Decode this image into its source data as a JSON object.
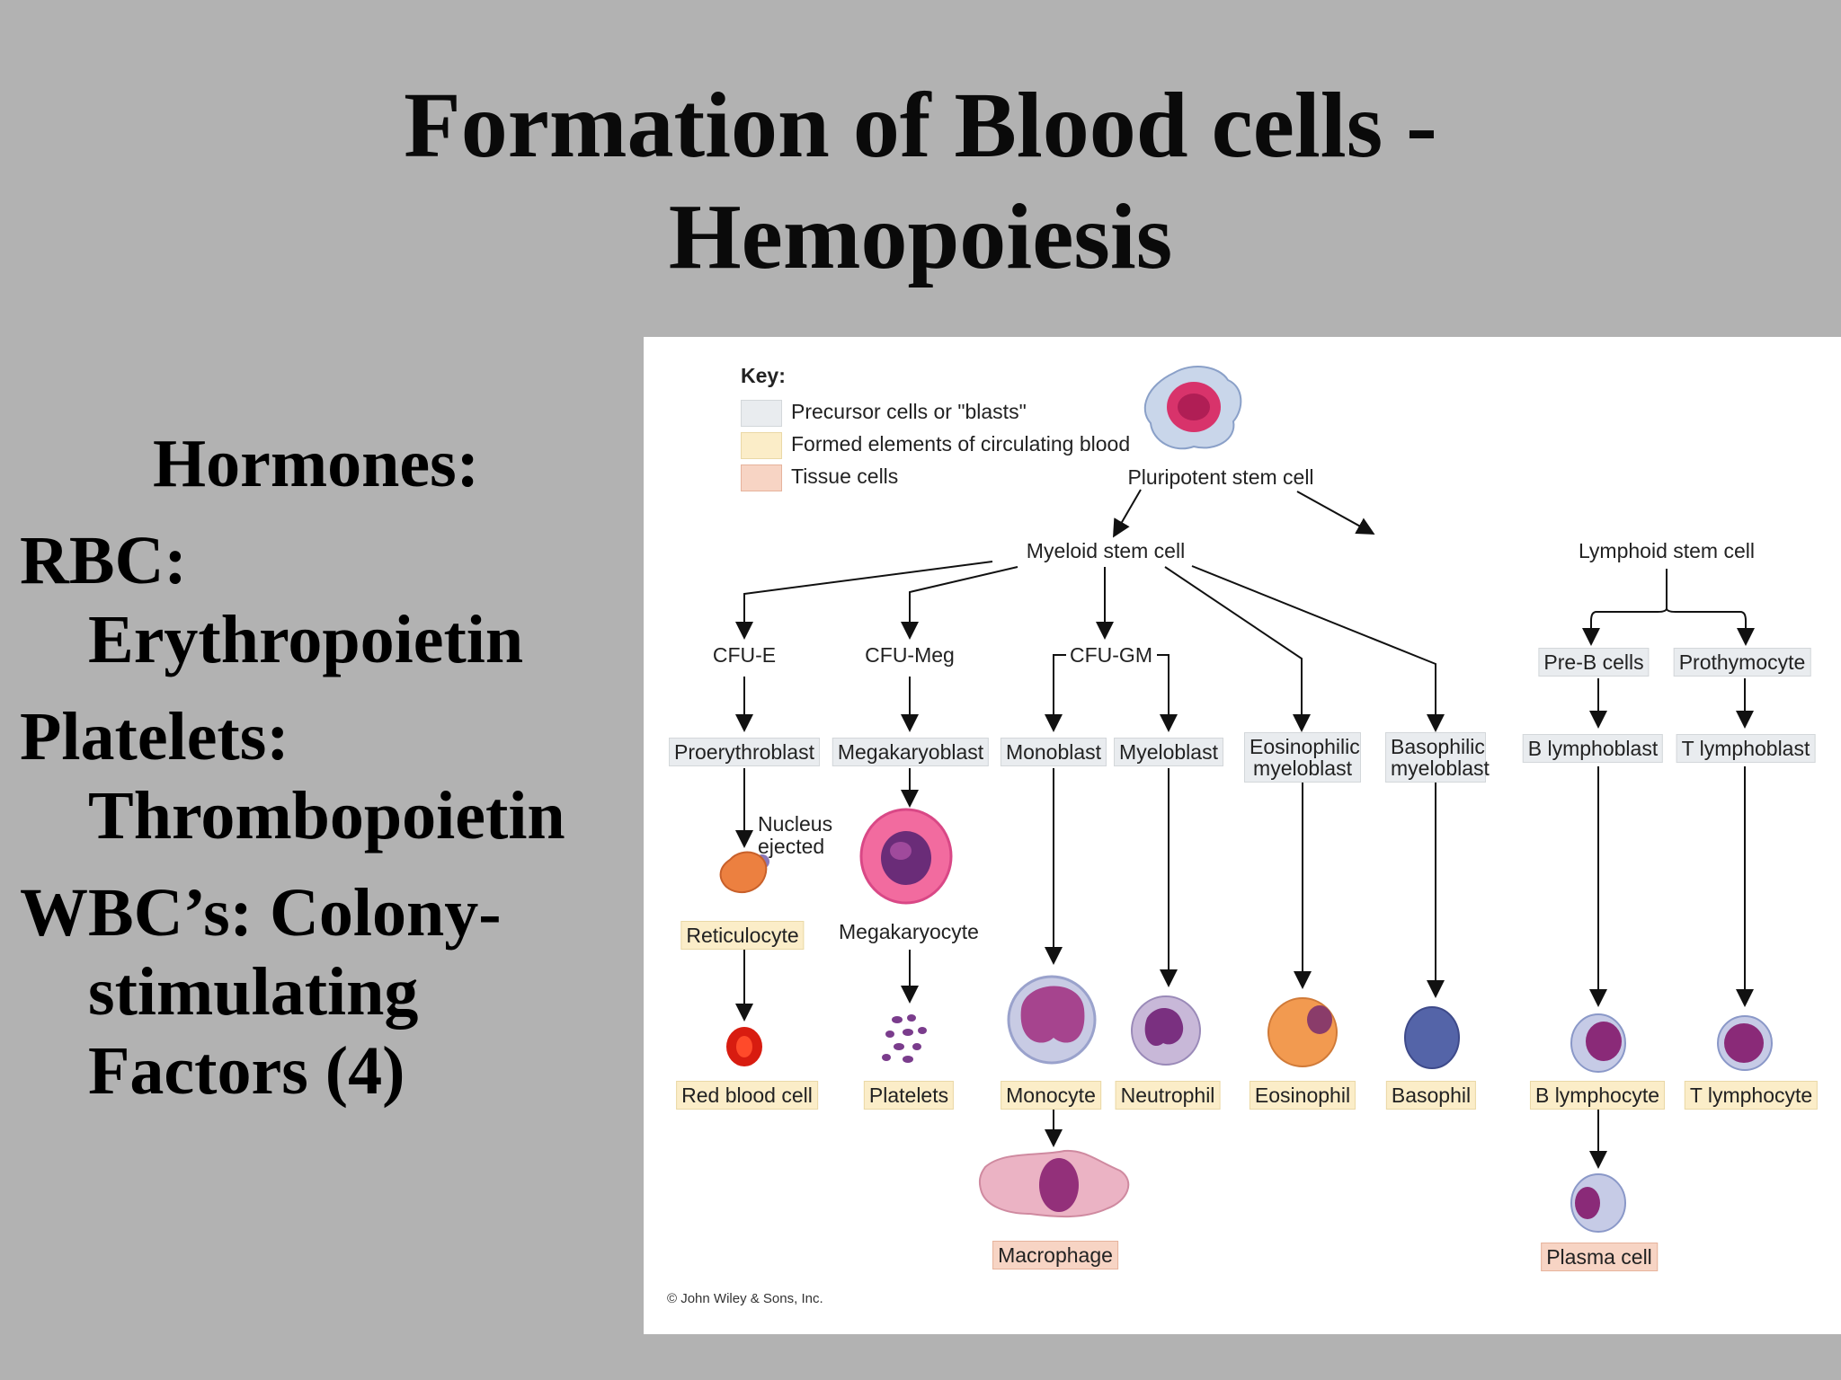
{
  "title": {
    "line1": "Formation of Blood cells -",
    "line2": "Hemopoiesis"
  },
  "hormones": {
    "heading": "Hormones:",
    "rbc_label": "RBC:",
    "rbc_value": "Erythropoietin",
    "platelets_label": "Platelets:",
    "platelets_value": "Thrombopoietin",
    "wbc_line1": "WBC’s:  Colony-",
    "wbc_line2": "stimulating",
    "wbc_line3": "Factors (4)"
  },
  "diagram": {
    "key": {
      "title": "Key:",
      "items": [
        {
          "label": "Precursor cells or \"blasts\"",
          "color": "#e9ecef"
        },
        {
          "label": "Formed elements of circulating blood",
          "color": "#fbedc8"
        },
        {
          "label": "Tissue cells",
          "color": "#f7d4c4"
        }
      ]
    },
    "nodes": {
      "pluripotent": "Pluripotent stem cell",
      "myeloid": "Myeloid stem cell",
      "lymphoid": "Lymphoid stem cell",
      "cfu_e": "CFU-E",
      "cfu_meg": "CFU-Meg",
      "cfu_gm": "CFU-GM",
      "pre_b": "Pre-B cells",
      "prothymocyte": "Prothymocyte",
      "proerythroblast": "Proerythroblast",
      "megakaryoblast": "Megakaryoblast",
      "monoblast": "Monoblast",
      "myeloblast": "Myeloblast",
      "eosinophilic_myeloblast": "Eosinophilic myeloblast",
      "basophilic_myeloblast": "Basophilic myeloblast",
      "b_lymphoblast": "B lymphoblast",
      "t_lymphoblast": "T lymphoblast",
      "nucleus_ejected": "Nucleus ejected",
      "reticulocyte": "Reticulocyte",
      "megakaryocyte": "Megakaryocyte",
      "red_blood_cell": "Red blood cell",
      "platelets": "Platelets",
      "monocyte": "Monocyte",
      "neutrophil": "Neutrophil",
      "eosinophil": "Eosinophil",
      "basophil": "Basophil",
      "b_lymphocyte": "B lymphocyte",
      "t_lymphocyte": "T lymphocyte",
      "macrophage": "Macrophage",
      "plasma_cell": "Plasma cell"
    },
    "copyright": "© John Wiley & Sons, Inc."
  }
}
